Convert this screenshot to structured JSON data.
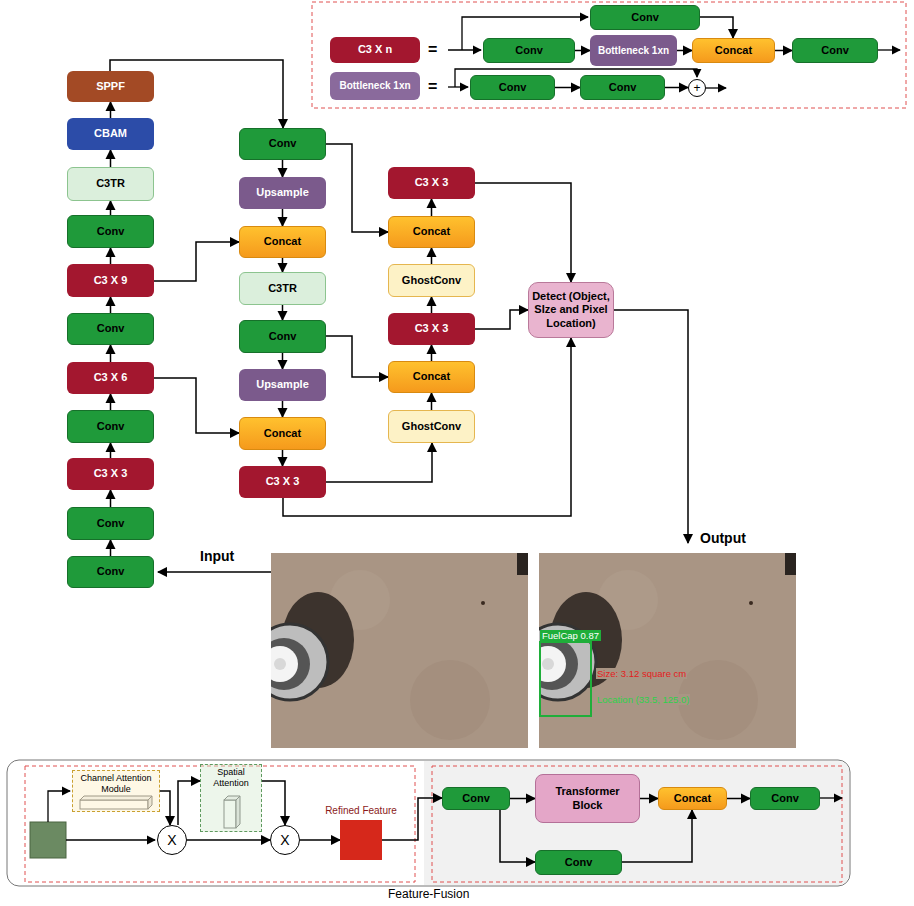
{
  "diagram": {
    "nodes": [
      {
        "text": [
          "C3 X n"
        ]
      },
      {
        "text": [
          "Conv"
        ]
      },
      {
        "text": [
          "Conv"
        ]
      },
      {
        "text": [
          "Bottleneck 1xn"
        ]
      },
      {
        "text": [
          "Concat"
        ]
      },
      {
        "text": [
          "Conv"
        ]
      },
      {
        "text": [
          "Bottleneck 1xn"
        ]
      },
      {
        "text": [
          "Conv"
        ]
      },
      {
        "text": [
          "Conv"
        ]
      },
      {
        "text": [
          "+"
        ]
      },
      {
        "text": [
          "SPPF"
        ]
      },
      {
        "text": [
          "CBAM"
        ]
      },
      {
        "text": [
          "C3TR"
        ]
      },
      {
        "text": [
          "Conv"
        ]
      },
      {
        "text": [
          "C3 X 9"
        ]
      },
      {
        "text": [
          "Conv"
        ]
      },
      {
        "text": [
          "C3 X 6"
        ]
      },
      {
        "text": [
          "Conv"
        ]
      },
      {
        "text": [
          "C3 X 3"
        ]
      },
      {
        "text": [
          "Conv"
        ]
      },
      {
        "text": [
          "Conv"
        ]
      },
      {
        "text": [
          "Conv"
        ]
      },
      {
        "text": [
          "Upsample"
        ]
      },
      {
        "text": [
          "Concat"
        ]
      },
      {
        "text": [
          "C3TR"
        ]
      },
      {
        "text": [
          "Conv"
        ]
      },
      {
        "text": [
          "Upsample"
        ]
      },
      {
        "text": [
          "Concat"
        ]
      },
      {
        "text": [
          "C3 X 3"
        ]
      },
      {
        "text": [
          "C3 X 3"
        ]
      },
      {
        "text": [
          "Concat"
        ]
      },
      {
        "text": [
          "GhostConv"
        ]
      },
      {
        "text": [
          "C3 X 3"
        ]
      },
      {
        "text": [
          "Concat"
        ]
      },
      {
        "text": [
          "GhostConv"
        ]
      },
      {
        "text": [
          "Detect (Object, SIze and Pixel Location)"
        ]
      },
      {
        "text": [
          "Channel Attention Module"
        ]
      },
      {
        "text": [
          "Spatial Attention"
        ]
      },
      {
        "text": [
          "X"
        ]
      },
      {
        "text": [
          "X"
        ]
      },
      {
        "text": [
          "Refined Feature"
        ]
      },
      {
        "text": [
          "Conv"
        ]
      },
      {
        "text": [
          "Transformer Block"
        ]
      },
      {
        "text": [
          "Concat"
        ]
      },
      {
        "text": [
          "Conv"
        ]
      },
      {
        "text": [
          "Conv"
        ]
      }
    ],
    "edges": [
      {
        "from": 2,
        "to": 3,
        "arrow": "to"
      },
      {
        "from": 3,
        "to": 4,
        "arrow": "to"
      },
      {
        "from": 4,
        "to": 5,
        "arrow": "to"
      },
      {
        "from": 1,
        "to": 4,
        "arrow": "to"
      },
      {
        "from": 7,
        "to": 8,
        "arrow": "to"
      },
      {
        "from": 8,
        "to": 9,
        "arrow": "to"
      },
      {
        "from": 20,
        "to": 19,
        "arrow": "to"
      },
      {
        "from": 19,
        "to": 18,
        "arrow": "to"
      },
      {
        "from": 18,
        "to": 17,
        "arrow": "to"
      },
      {
        "from": 17,
        "to": 16,
        "arrow": "to"
      },
      {
        "from": 16,
        "to": 15,
        "arrow": "to"
      },
      {
        "from": 15,
        "to": 14,
        "arrow": "to"
      },
      {
        "from": 14,
        "to": 13,
        "arrow": "to"
      },
      {
        "from": 13,
        "to": 12,
        "arrow": "to"
      },
      {
        "from": 12,
        "to": 11,
        "arrow": "to"
      },
      {
        "from": 11,
        "to": 10,
        "arrow": "to"
      },
      {
        "from": 10,
        "to": 21,
        "arrow": "to"
      },
      {
        "from": 21,
        "to": 22,
        "arrow": "to"
      },
      {
        "from": 22,
        "to": 23,
        "arrow": "to"
      },
      {
        "from": 23,
        "to": 24,
        "arrow": "to"
      },
      {
        "from": 24,
        "to": 25,
        "arrow": "to"
      },
      {
        "from": 25,
        "to": 26,
        "arrow": "to"
      },
      {
        "from": 26,
        "to": 27,
        "arrow": "to"
      },
      {
        "from": 27,
        "to": 28,
        "arrow": "to"
      },
      {
        "from": 14,
        "to": 23,
        "arrow": "to"
      },
      {
        "from": 16,
        "to": 27,
        "arrow": "to"
      },
      {
        "from": 21,
        "to": 30,
        "arrow": "to"
      },
      {
        "from": 25,
        "to": 33,
        "arrow": "to"
      },
      {
        "from": 28,
        "to": 34,
        "arrow": "to"
      },
      {
        "from": 28,
        "to": 35,
        "arrow": "to"
      },
      {
        "from": 34,
        "to": 33,
        "arrow": "to"
      },
      {
        "from": 33,
        "to": 32,
        "arrow": "to"
      },
      {
        "from": 32,
        "to": 31,
        "arrow": "to"
      },
      {
        "from": 31,
        "to": 30,
        "arrow": "to"
      },
      {
        "from": 30,
        "to": 29,
        "arrow": "to"
      },
      {
        "from": 32,
        "to": 35,
        "arrow": "to"
      },
      {
        "from": 29,
        "to": 35,
        "arrow": "to"
      },
      {
        "from": 36,
        "to": 38,
        "arrow": "to"
      },
      {
        "from": 38,
        "to": 37,
        "arrow": "to"
      },
      {
        "from": 37,
        "to": 39,
        "arrow": "to"
      },
      {
        "from": 38,
        "to": 39,
        "arrow": "to"
      },
      {
        "from": 39,
        "to": 40,
        "arrow": "to"
      },
      {
        "from": 40,
        "to": 41,
        "arrow": "to"
      },
      {
        "from": 41,
        "to": 42,
        "arrow": "to"
      },
      {
        "from": 42,
        "to": 43,
        "arrow": "to"
      },
      {
        "from": 43,
        "to": 44,
        "arrow": "to"
      },
      {
        "from": 41,
        "to": 45,
        "arrow": "to"
      },
      {
        "from": 45,
        "to": 43,
        "arrow": "to"
      }
    ],
    "labels": [
      "=",
      "=",
      "Input",
      "Output",
      "FuelCap 0.87",
      "Size: 3.12 square cm",
      "Location (33.5, 125.0)",
      "Feature-Fusion"
    ]
  }
}
